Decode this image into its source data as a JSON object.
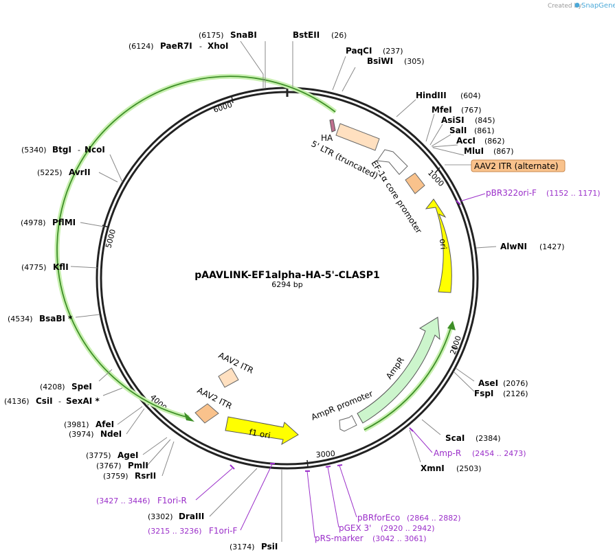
{
  "branding": {
    "created_by": "Created by",
    "app": "SnapGene"
  },
  "plasmid": {
    "name": "pAAVLINK-EF1alpha-HA-5'-CLASP1",
    "size": "6294 bp"
  },
  "colors": {
    "backbone": "#222222",
    "ori": "#ffff00",
    "ampr": "#ccf5cc",
    "ltr": "#ffe0c0",
    "itr": "#f9c28c",
    "ha": "#c07090",
    "primer": "#9a2ec9",
    "arc": "#3e8f27",
    "arc_glow": "#c8f0b0"
  },
  "ticks": [
    "1000",
    "2000",
    "3000",
    "4000",
    "5000",
    "6000"
  ],
  "features": {
    "ha": "HA",
    "ltr": "5' LTR (truncated)",
    "ef1a": "EF-1α core promoter",
    "ori": "ori",
    "ampr": "AmpR",
    "ampr_promoter": "AmpR promoter",
    "f1ori": "f1 ori",
    "itr_top": "AAV2 ITR",
    "itr_bottom": "AAV2 ITR",
    "itr_alt": "AAV2 ITR (alternate)"
  },
  "sites": {
    "snabi": {
      "name": "SnaBI",
      "pos": "(6175)"
    },
    "bsteii": {
      "name": "BstEII",
      "pos": "(26)"
    },
    "paer7i": {
      "name": "PaeR7I",
      "pos": "(6124)",
      "extra": "XhoI"
    },
    "paqci": {
      "name": "PaqCI",
      "pos": "(237)"
    },
    "bsiwi": {
      "name": "BsiWI",
      "pos": "(305)"
    },
    "hindiii": {
      "name": "HindIII",
      "pos": "(604)"
    },
    "mfei": {
      "name": "MfeI",
      "pos": "(767)"
    },
    "asisi": {
      "name": "AsiSI",
      "pos": "(845)"
    },
    "sali": {
      "name": "SalI",
      "pos": "(861)"
    },
    "acci": {
      "name": "AccI",
      "pos": "(862)"
    },
    "mlui": {
      "name": "MluI",
      "pos": "(867)"
    },
    "btgi": {
      "name": "BtgI",
      "pos": "(5340)",
      "extra": "NcoI"
    },
    "avrii": {
      "name": "AvrII",
      "pos": "(5225)"
    },
    "pflmi": {
      "name": "PflMI",
      "pos": "(4978)"
    },
    "kfli": {
      "name": "KflI",
      "pos": "(4775)"
    },
    "bsabi": {
      "name": "BsaBI *",
      "pos": "(4534)"
    },
    "alwni": {
      "name": "AlwNI",
      "pos": "(1427)"
    },
    "spei": {
      "name": "SpeI",
      "pos": "(4208)"
    },
    "csii": {
      "name": "CsiI",
      "pos": "(4136)",
      "extra": "SexAI *"
    },
    "afei": {
      "name": "AfeI",
      "pos": "(3981)"
    },
    "ndei": {
      "name": "NdeI",
      "pos": "(3974)"
    },
    "asei": {
      "name": "AseI",
      "pos": "(2076)"
    },
    "fspi": {
      "name": "FspI",
      "pos": "(2126)"
    },
    "agei": {
      "name": "AgeI",
      "pos": "(3775)"
    },
    "pmli": {
      "name": "PmlI",
      "pos": "(3767)"
    },
    "rsrii": {
      "name": "RsrII",
      "pos": "(3759)"
    },
    "scai": {
      "name": "ScaI",
      "pos": "(2384)"
    },
    "xmni": {
      "name": "XmnI",
      "pos": "(2503)"
    },
    "draiii": {
      "name": "DraIII",
      "pos": "(3302)"
    },
    "psii": {
      "name": "PsiI",
      "pos": "(3174)"
    }
  },
  "primers": {
    "pbr322": {
      "name": "pBR322ori-F",
      "range": "(1152 .. 1171)"
    },
    "ampr": {
      "name": "Amp-R",
      "range": "(2454 .. 2473)"
    },
    "f1orir": {
      "name": "F1ori-R",
      "range": "(3427 .. 3446)"
    },
    "f1orif": {
      "name": "F1ori-F",
      "range": "(3215 .. 3236)"
    },
    "pbrforeco": {
      "name": "pBRforEco",
      "range": "(2864 .. 2882)"
    },
    "pgex3": {
      "name": "pGEX 3'",
      "range": "(2920 .. 2942)"
    },
    "prsmarker": {
      "name": "pRS-marker",
      "range": "(3042 .. 3061)"
    }
  }
}
